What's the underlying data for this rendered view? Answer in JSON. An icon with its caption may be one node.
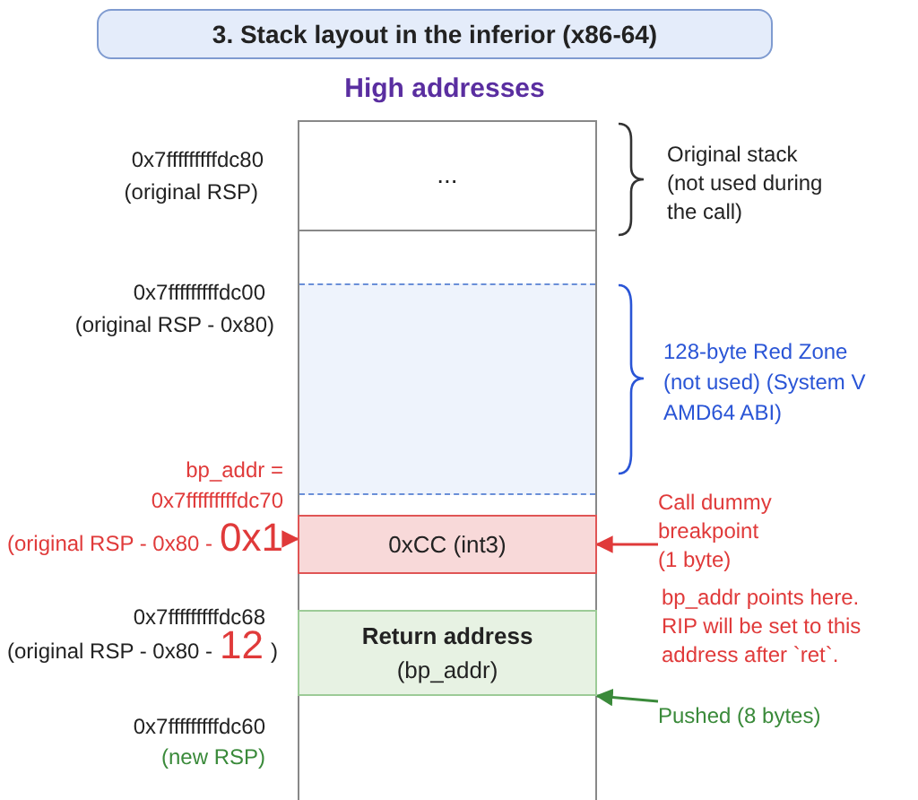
{
  "diagram": {
    "title": "3. Stack layout in the inferior (x86-64)",
    "nodes": [
      {
        "text": [
          "..."
        ]
      },
      {
        "text": [],
        "shape": "box"
      },
      {
        "text": [
          "0xCC (int3)"
        ]
      },
      {
        "text": [
          "Return address",
          "(bp_addr)"
        ]
      },
      {
        "text": [
          "bp_addr =",
          "0x7fffffffffdc70",
          "(original RSP - 0x80 -",
          "0x1"
        ]
      },
      {
        "text": [
          "Call dummy breakpoint (1 byte)"
        ]
      },
      {
        "text": [
          "Pushed (8 bytes)"
        ]
      }
    ],
    "edges": [
      {
        "from": 4,
        "to": 2,
        "arrow": "to"
      },
      {
        "from": 5,
        "to": 2,
        "arrow": "to"
      },
      {
        "from": 6,
        "to": 3,
        "arrow": "to",
        "color": "#3a8a3a"
      }
    ],
    "labels": [
      "High addresses",
      "0x7fffffffffdc80",
      "(original RSP)",
      "Original stack (not used during the call)",
      "0x7fffffffffdc00",
      "(original RSP - 0x80)",
      "128-byte Red Zone (not used) (System V AMD64 ABI)",
      "bp_addr points here. RIP will be set to this address after `ret`.",
      "0x7fffffffffdc68",
      "(original RSP - 0x80 -",
      "12",
      ")",
      "0x7fffffffffdc60",
      "(new RSP)"
    ]
  }
}
